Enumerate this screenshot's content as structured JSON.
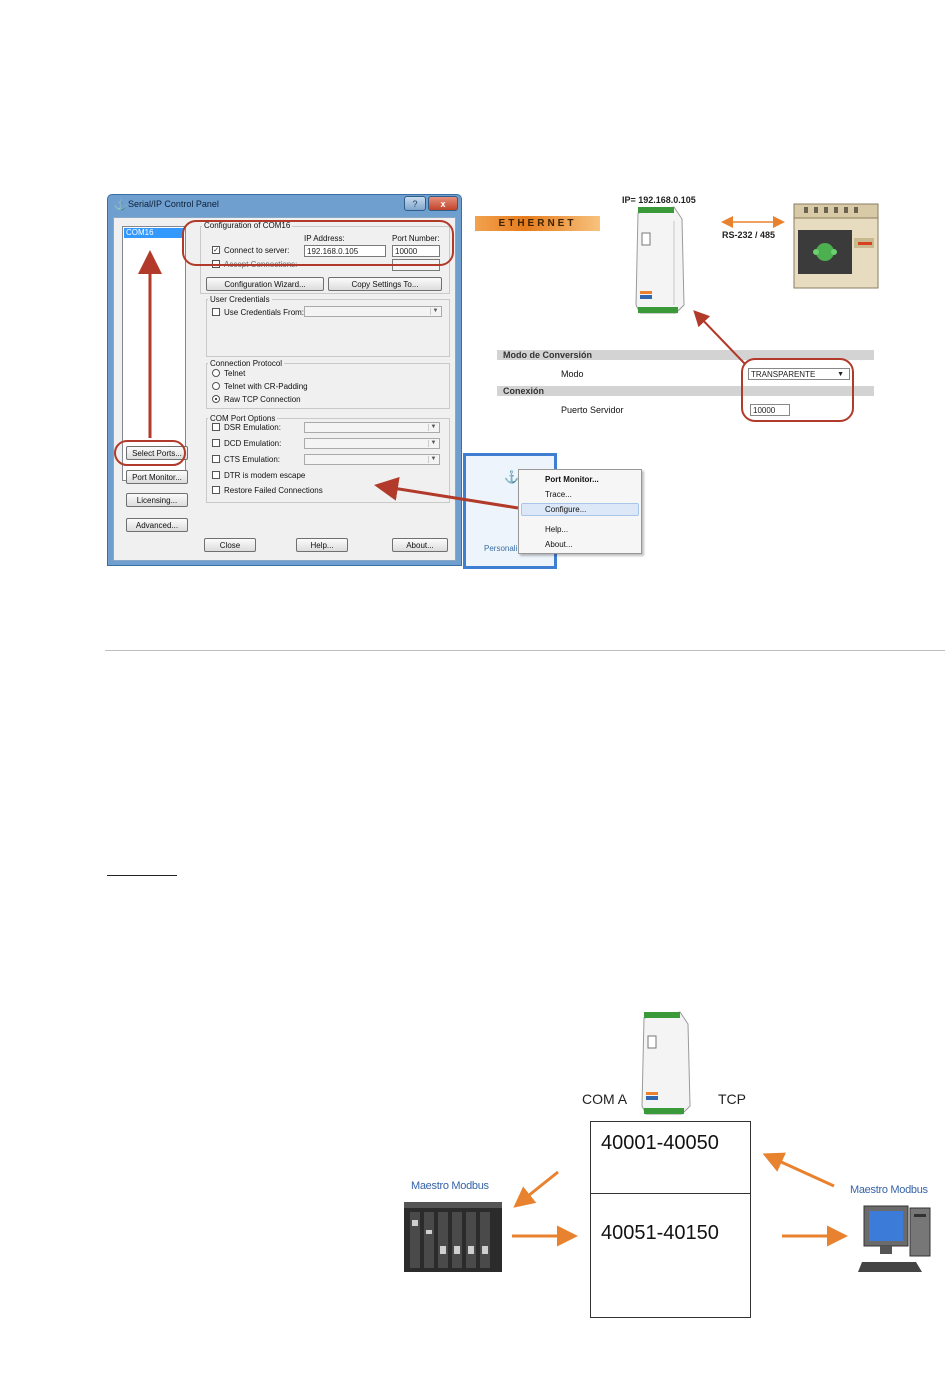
{
  "window": {
    "title": "Serial/IP Control Panel",
    "help_btn": "?",
    "close_btn": "x",
    "port_selected": "COM16",
    "buttons": {
      "select_ports": "Select Ports...",
      "port_monitor": "Port Monitor...",
      "licensing": "Licensing...",
      "advanced": "Advanced...",
      "close": "Close",
      "help": "Help...",
      "about": "About..."
    },
    "config": {
      "group_label": "Configuration of COM16",
      "ip_label": "IP Address:",
      "port_label": "Port Number:",
      "connect_label": "Connect to server:",
      "ip_value": "192.168.0.105",
      "port_value": "10000",
      "accept_label": "Accept Connections:",
      "wizard_btn": "Configuration Wizard...",
      "copy_btn": "Copy Settings To..."
    },
    "credentials": {
      "group_label": "User Credentials",
      "use_label": "Use Credentials From:"
    },
    "protocol": {
      "group_label": "Connection Protocol",
      "options": [
        "Telnet",
        "Telnet with CR-Padding",
        "Raw TCP Connection"
      ],
      "selected": 2
    },
    "com_options": {
      "group_label": "COM Port Options",
      "items": [
        "DSR Emulation:",
        "DCD Emulation:",
        "CTS Emulation:",
        "DTR is modem escape",
        "Restore Failed Connections"
      ]
    }
  },
  "tray": {
    "label": "Personali",
    "menu": [
      "Port Monitor...",
      "Trace...",
      "Configure...",
      "Help...",
      "About..."
    ],
    "highlighted": 2,
    "icon": "serial-ip-tray-icon"
  },
  "device": {
    "ethernet_label": "ETHERNET",
    "ip_label": "IP= 192.168.0.105",
    "serial_label": "RS-232 / 485",
    "section_mode": "Modo de Conversión",
    "mode_label": "Modo",
    "mode_value": "TRANSPARENTE",
    "section_conn": "Conexión",
    "server_label": "Puerto Servidor",
    "server_value": "10000"
  },
  "diagram": {
    "com_label": "COM A",
    "tcp_label": "TCP",
    "reg_top": "40001-40050",
    "reg_bottom": "40051-40150",
    "master_left": "Maestro Modbus",
    "master_right": "Maestro Modbus"
  },
  "colors": {
    "highlight_red": "#b23a2a",
    "arrow_orange": "#e8822e",
    "window_frame": "#6f9fcf"
  }
}
